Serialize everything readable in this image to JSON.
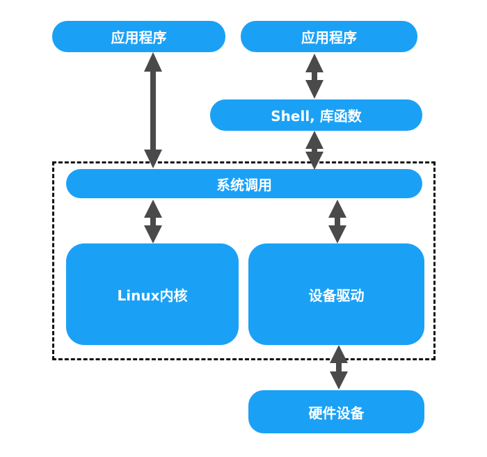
{
  "diagram": {
    "app1": "应用程序",
    "app2": "应用程序",
    "shell_lib": "Shell, 库函数",
    "syscall": "系统调用",
    "kernel": "Linux内核",
    "driver": "设备驱动",
    "hardware": "硬件设备"
  },
  "colors": {
    "box_fill": "#1aa1f6",
    "box_text": "#ffffff",
    "arrow": "#4a4a4a",
    "frame": "#111111"
  }
}
